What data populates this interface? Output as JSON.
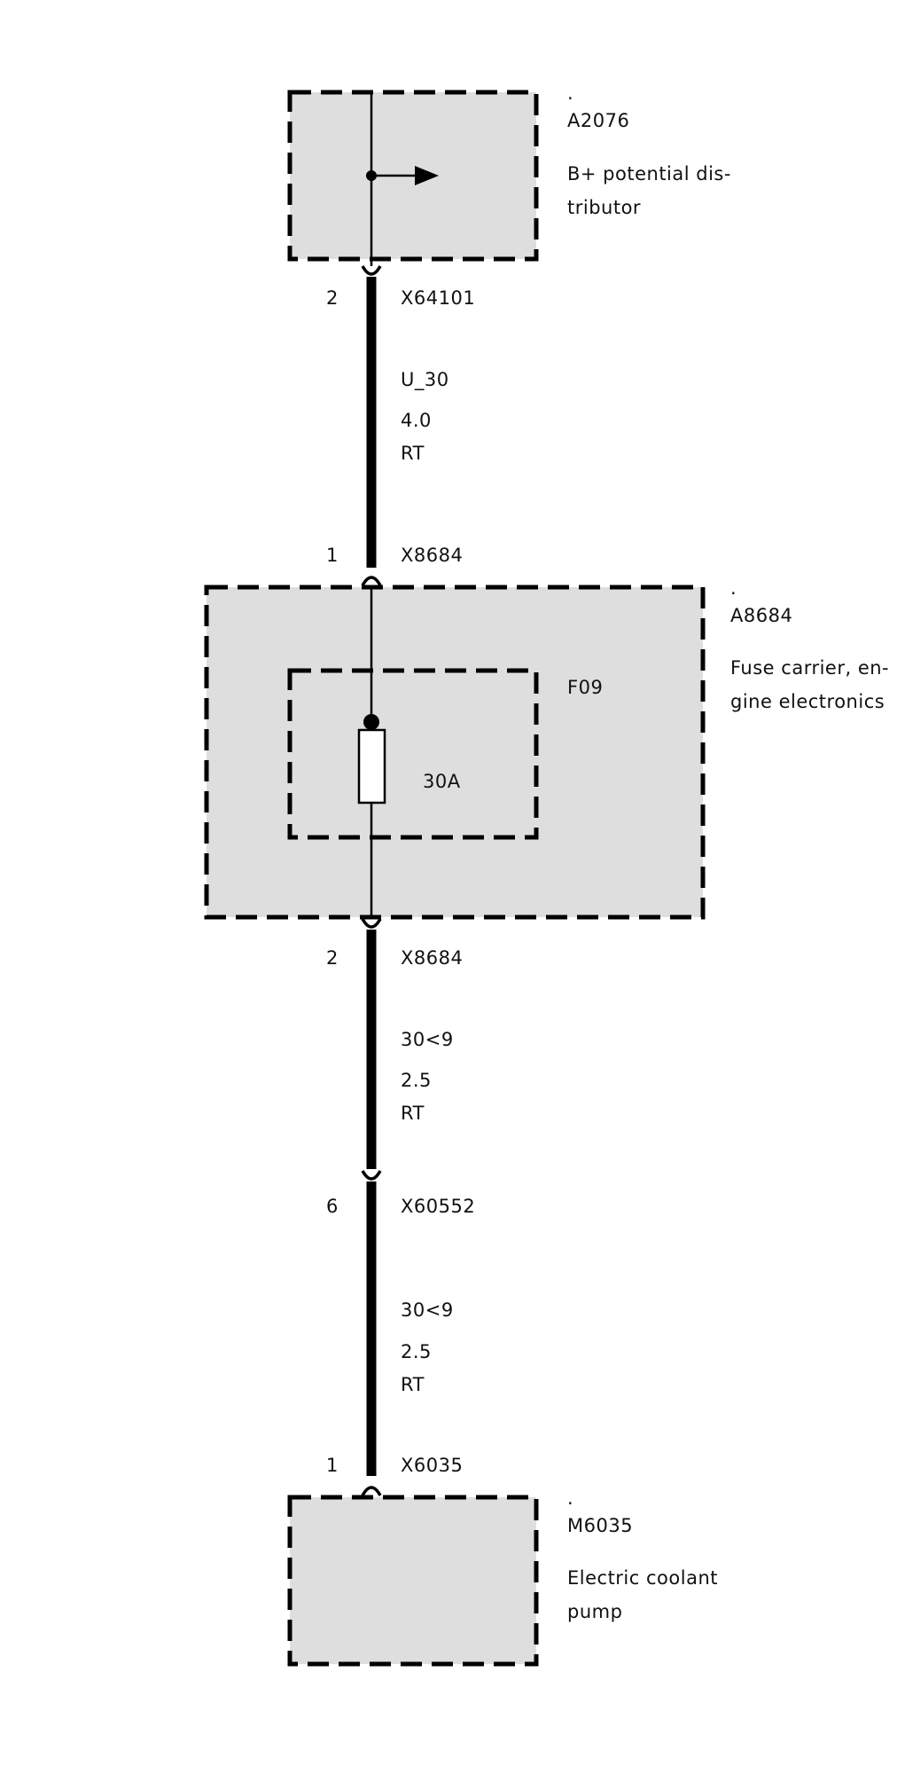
{
  "components": {
    "a2076": {
      "dot": ".",
      "id": "A2076",
      "desc_line1": "B+ potential dis-",
      "desc_line2": "tributor"
    },
    "a8684": {
      "dot": ".",
      "id": "A8684",
      "desc_line1": "Fuse carrier, en-",
      "desc_line2": "gine electronics"
    },
    "f09": {
      "id": "F09",
      "rating": "30A"
    },
    "m6035": {
      "dot": ".",
      "id": "M6035",
      "desc_line1": "Electric coolant",
      "desc_line2": "pump"
    }
  },
  "connectors": {
    "x64101": {
      "pin": "2",
      "name": "X64101"
    },
    "x8684_in": {
      "pin": "1",
      "name": "X8684"
    },
    "x8684_out": {
      "pin": "2",
      "name": "X8684"
    },
    "x60552": {
      "pin": "6",
      "name": "X60552"
    },
    "x6035": {
      "pin": "1",
      "name": "X6035"
    }
  },
  "wires": {
    "w1": {
      "signal": "U_30",
      "size": "4.0",
      "color": "RT"
    },
    "w2": {
      "signal": "30<9",
      "size": "2.5",
      "color": "RT"
    },
    "w3": {
      "signal": "30<9",
      "size": "2.5",
      "color": "RT"
    }
  }
}
